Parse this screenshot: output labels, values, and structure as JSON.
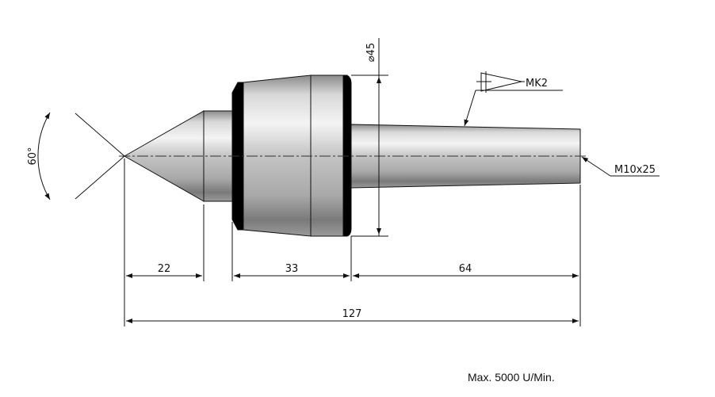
{
  "drawing": {
    "angle_label": "60°",
    "diameter_label": "⌀45",
    "taper_label": "MK2",
    "thread_label": "M10x25",
    "dims": {
      "tip_length": "22",
      "body_length": "33",
      "shank_length": "64",
      "total_length": "127"
    },
    "note": "Max. 5000 U/Min."
  }
}
